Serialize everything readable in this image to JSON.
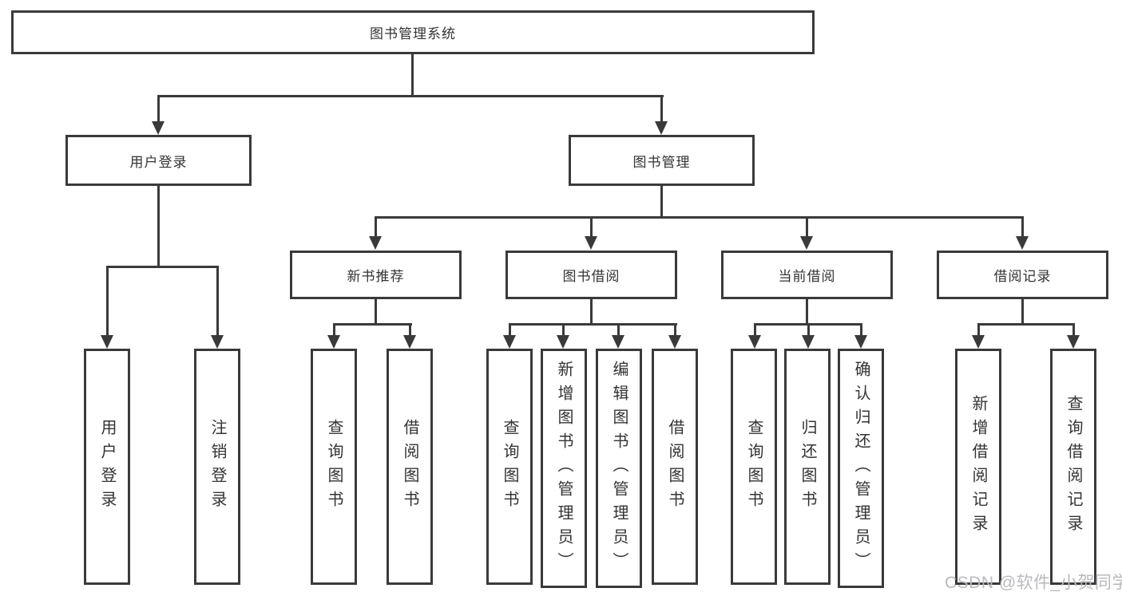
{
  "diagram": {
    "type": "tree",
    "title": "图书管理系统",
    "colors": {
      "line": "#3a3a3a",
      "text": "#333333",
      "background": "#ffffff",
      "watermark": "#b8babd"
    },
    "tree": {
      "label": "图书管理系统",
      "children": [
        {
          "label": "用户登录",
          "children": [
            {
              "label": "用户登录"
            },
            {
              "label": "注销登录"
            }
          ]
        },
        {
          "label": "图书管理",
          "children": [
            {
              "label": "新书推荐",
              "children": [
                {
                  "label": "查询图书"
                },
                {
                  "label": "借阅图书"
                }
              ]
            },
            {
              "label": "图书借阅",
              "children": [
                {
                  "label": "查询图书"
                },
                {
                  "label": "新增图书（管理员）"
                },
                {
                  "label": "编辑图书（管理员）"
                },
                {
                  "label": "借阅图书"
                }
              ]
            },
            {
              "label": "当前借阅",
              "children": [
                {
                  "label": "查询图书"
                },
                {
                  "label": "归还图书"
                },
                {
                  "label": "确认归还（管理员）"
                }
              ]
            },
            {
              "label": "借阅记录",
              "children": [
                {
                  "label": "新增借阅记录"
                },
                {
                  "label": "查询借阅记录"
                }
              ]
            }
          ]
        }
      ]
    },
    "watermark": {
      "text": "CSDN @软件_小贺同学"
    }
  }
}
